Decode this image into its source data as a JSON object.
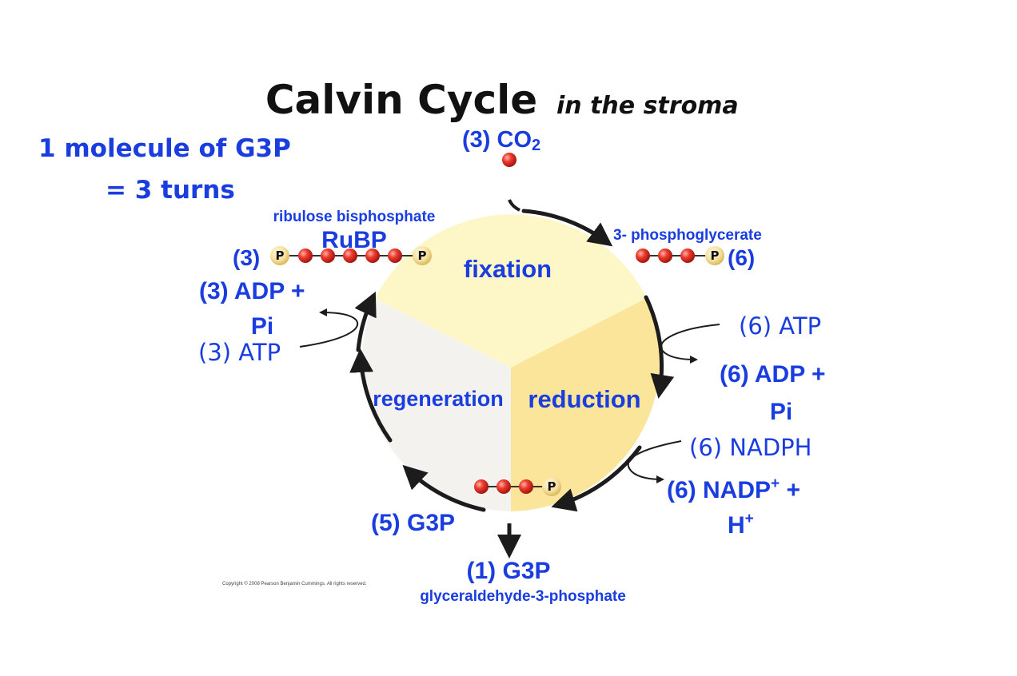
{
  "title": {
    "main": "Calvin Cycle",
    "sub": "in the stroma"
  },
  "note": {
    "line1": "1 molecule of G3P",
    "line2": "= 3 turns"
  },
  "inputs": {
    "co2": {
      "count": "(3)",
      "formula": "CO",
      "subscript": "2"
    }
  },
  "molecules": {
    "rubp_name": "ribulose bisphosphate",
    "rubp_abbr": "RuBP",
    "rubp_count": "(3)",
    "pga_name": "3- phosphoglycerate",
    "pga_count": "(6)",
    "g3p_recycled": "(5) G3P",
    "g3p_output": "(1) G3P",
    "g3p_name": "glyceraldehyde-3-phosphate",
    "phosphate": "P"
  },
  "stages": {
    "fixation": "fixation",
    "reduction": "reduction",
    "regeneration": "regeneration"
  },
  "energy": {
    "atp_in_reduction": "(6) ATP",
    "adp_out_reduction_1": "(6) ADP +",
    "adp_out_reduction_2": "Pi",
    "nadph_in": "(6) NADPH",
    "nadp_out_1": "(6) NADP",
    "nadp_plus": "+",
    "nadp_tail": " +",
    "nadp_out_2": "H",
    "h_plus": "+",
    "atp_in_regeneration": "(3) ATP",
    "adp_out_regeneration_1": "(3) ADP +",
    "adp_out_regeneration_2": "Pi"
  },
  "copyright": "Copyright © 2008 Pearson Benjamin Cummings. All rights reserved.",
  "colors": {
    "label_blue": "#1a3de0",
    "fixation": "#fdf6c6",
    "reduction": "#fbe59a",
    "regeneration": "#f3f2ee",
    "carbon": "#e8332a",
    "phosphate": "#f6dd8c"
  }
}
